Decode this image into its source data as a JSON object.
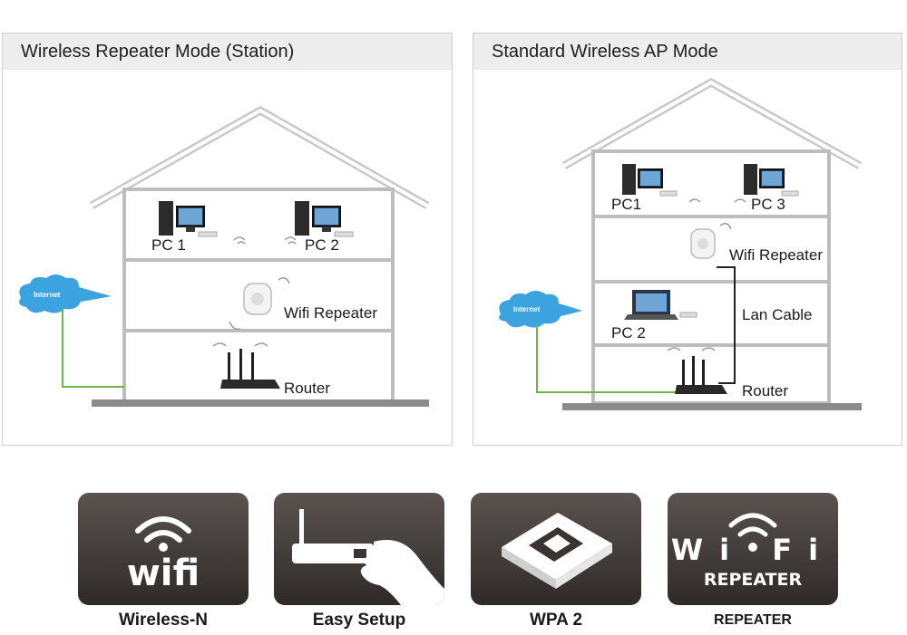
{
  "panels": [
    {
      "title": "Wireless Repeater Mode (Station)",
      "cloud_label": "Internet",
      "labels": {
        "pc1": "PC 1",
        "pc2": "PC 2",
        "repeater": "Wifi Repeater",
        "router": "Router"
      }
    },
    {
      "title": "Standard Wireless AP Mode",
      "cloud_label": "Internet",
      "labels": {
        "pc1": "PC1",
        "pc3": "PC 3",
        "repeater": "Wifi Repeater",
        "lan": "Lan Cable",
        "pc2": "PC 2",
        "router": "Router"
      }
    }
  ],
  "features": [
    {
      "caption": "Wireless-N",
      "icon": "wifi-logo-icon",
      "logo_text": "wifi"
    },
    {
      "caption": "Easy Setup",
      "icon": "plug-in-hand-icon"
    },
    {
      "caption": "WPA 2",
      "icon": "security-chip-icon"
    },
    {
      "caption": "REPEATER",
      "icon": "wifi-repeater-logo-icon",
      "logo_text": "Wi Fi",
      "logo_subtext": "REPEATER"
    }
  ],
  "colors": {
    "cable_green": "#6fb64a",
    "cloud_blue": "#3aa3e0",
    "tile_dark": "#3a3533"
  }
}
